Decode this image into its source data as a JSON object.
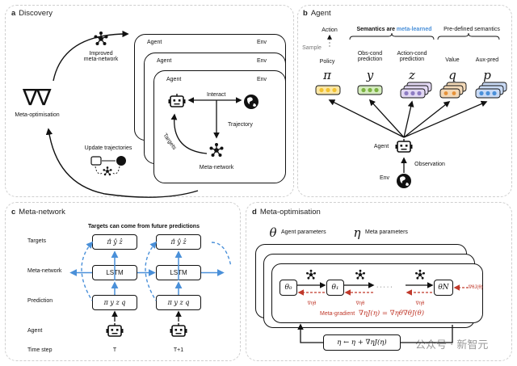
{
  "panel_a": {
    "label": "a",
    "title": "Discovery",
    "improved_meta_network": "Improved\nmeta-network",
    "meta_optimisation": "Meta-optimisation",
    "update_trajectories": "Update trajectories",
    "agent": "Agent",
    "env": "Env",
    "interact": "Interact",
    "trajectory": "Trajectory",
    "targets": "Targets",
    "meta_network": "Meta-network",
    "big_symbol": "∇∇"
  },
  "panel_b": {
    "label": "b",
    "title": "Agent",
    "action": "Action",
    "sample": "Sample",
    "policy": "Policy",
    "semantics_meta_prefix": "Semantics are ",
    "semantics_meta_highlight": "meta-learned",
    "obs_cond": "Obs-cond\nprediction",
    "action_cond": "Action-cond\nprediction",
    "predefined": "Pre-defined semantics",
    "value": "Value",
    "aux_pred": "Aux-pred",
    "sym_pi": "π",
    "sym_y": "y",
    "sym_z": "z",
    "sym_q": "q",
    "sym_p": "p",
    "agent": "Agent",
    "observation": "Observation",
    "env": "Env",
    "highlight_color": "#4a90d9"
  },
  "panel_c": {
    "label": "c",
    "title": "Meta-network",
    "subtitle": "Targets can come from future predictions",
    "row_targets": "Targets",
    "row_meta_network": "Meta-network",
    "row_prediction": "Prediction",
    "row_agent": "Agent",
    "row_time_step": "Time step",
    "target_text": "π̂  ŷ  ẑ",
    "lstm": "LSTM",
    "pred_text": "π y z q",
    "t0": "T",
    "t1": "T+1",
    "arrow_color": "#4a90d9"
  },
  "panel_d": {
    "label": "d",
    "title": "Meta-optimisation",
    "theta_legend_sym": "θ",
    "theta_legend": "Agent parameters",
    "eta_legend_sym": "η",
    "eta_legend": "Meta parameters",
    "theta0": "θ₀",
    "theta1": "θ₁",
    "thetaN": "θN",
    "dots": "· · · · ·",
    "grad_theta": "∇ηθ",
    "grad_J": "∇θJ(θ)",
    "meta_gradient_label": "Meta-gradient",
    "meta_gradient_eq": "∇ηJ(η) = ∇ηθ∇θJ(θ)",
    "update_eq": "η ← η + ∇ηJ(η)",
    "accent_color": "#c0392b"
  },
  "watermark": "公众号 · 新智元"
}
